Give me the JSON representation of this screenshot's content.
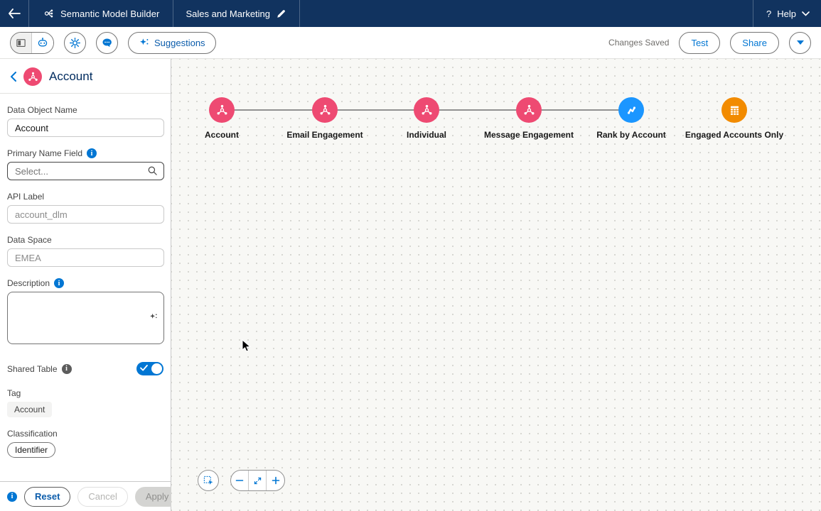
{
  "topnav": {
    "app_title": "Semantic Model Builder",
    "model_name": "Sales and Marketing",
    "help_q": "?",
    "help_label": "Help"
  },
  "toolbar": {
    "suggestions_label": "Suggestions",
    "changes_saved": "Changes Saved",
    "test_label": "Test",
    "share_label": "Share"
  },
  "sidebar": {
    "title": "Account",
    "data_object_name": {
      "label": "Data Object Name",
      "value": "Account"
    },
    "primary_name_field": {
      "label": "Primary Name Field",
      "placeholder": "Select..."
    },
    "api_label": {
      "label": "API Label",
      "value": "account_dlm"
    },
    "data_space": {
      "label": "Data Space",
      "value": "EMEA"
    },
    "description": {
      "label": "Description",
      "value": ""
    },
    "shared_table": {
      "label": "Shared Table",
      "enabled": true
    },
    "tag": {
      "label": "Tag",
      "value": "Account"
    },
    "classification": {
      "label": "Classification",
      "value": "Identifier"
    },
    "footer": {
      "reset": "Reset",
      "cancel": "Cancel",
      "apply": "Apply"
    }
  },
  "canvas": {
    "nodes": [
      {
        "label": "Account",
        "type": "data-object",
        "color": "#ee4a72"
      },
      {
        "label": "Email Engagement",
        "type": "data-object",
        "color": "#ee4a72"
      },
      {
        "label": "Individual",
        "type": "data-object",
        "color": "#ee4a72"
      },
      {
        "label": "Message Engagement",
        "type": "data-object",
        "color": "#ee4a72"
      },
      {
        "label": "Rank by Account",
        "type": "rank-metric",
        "color": "#1b96ff"
      },
      {
        "label": "Engaged Accounts Only",
        "type": "table-output",
        "color": "#f28b00"
      }
    ],
    "connections": [
      [
        0,
        1
      ],
      [
        1,
        2
      ],
      [
        2,
        3
      ],
      [
        3,
        4
      ]
    ]
  },
  "colors": {
    "navbar": "#11335f",
    "accent_blue": "#0176d3",
    "link_blue": "#0b5cab",
    "node_pink": "#ee4a72",
    "node_blue": "#1b96ff",
    "node_orange": "#f28b00",
    "canvas_bg": "#f8f8f5"
  },
  "icons": {
    "back": "left-arrow",
    "model": "hub-spoke-network",
    "edit": "pencil",
    "panel": "left-panel",
    "assistant": "robot-head",
    "settings": "gear",
    "chat": "speech-bubble",
    "sparkle": "ai-four-point-star",
    "search": "magnifier",
    "dropdown": "triangle-down",
    "select_area": "dashed-marquee-pointer",
    "zoom_out": "minus",
    "zoom_fit": "diagonal-expand-arrows",
    "zoom_in": "plus"
  }
}
